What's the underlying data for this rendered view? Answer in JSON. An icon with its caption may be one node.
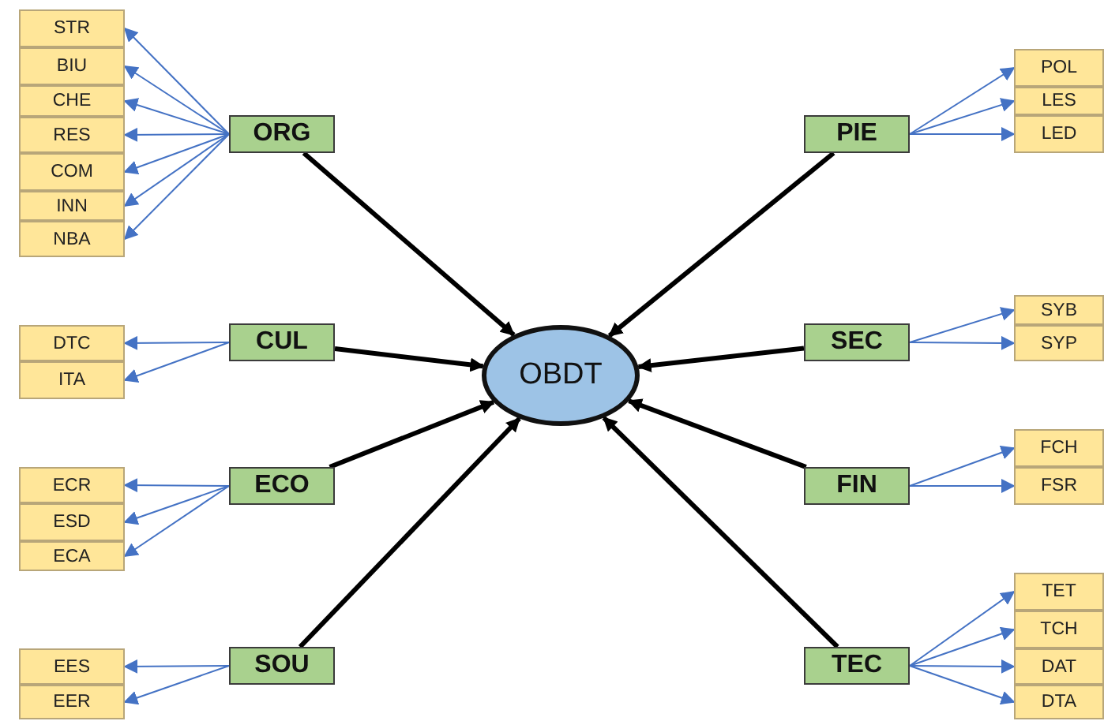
{
  "diagram": {
    "nodes": [
      {
        "text": [
          "ORG"
        ]
      },
      {
        "text": [
          "STR"
        ]
      },
      {
        "text": [
          "BIU"
        ]
      },
      {
        "text": [
          "CHE"
        ]
      },
      {
        "text": [
          "RES"
        ]
      },
      {
        "text": [
          "COM"
        ]
      },
      {
        "text": [
          "INN"
        ]
      },
      {
        "text": [
          "NBA"
        ]
      },
      {
        "text": [
          "CUL"
        ]
      },
      {
        "text": [
          "DTC"
        ]
      },
      {
        "text": [
          "ITA"
        ]
      },
      {
        "text": [
          "ECO"
        ]
      },
      {
        "text": [
          "ECR"
        ]
      },
      {
        "text": [
          "ESD"
        ]
      },
      {
        "text": [
          "ECA"
        ]
      },
      {
        "text": [
          "SOU"
        ]
      },
      {
        "text": [
          "EES"
        ]
      },
      {
        "text": [
          "EER"
        ]
      },
      {
        "text": [
          "OBDT"
        ]
      },
      {
        "text": [
          "PIE"
        ]
      },
      {
        "text": [
          "POL"
        ]
      },
      {
        "text": [
          "LES"
        ]
      },
      {
        "text": [
          "LED"
        ]
      },
      {
        "text": [
          "SEC"
        ]
      },
      {
        "text": [
          "SYB"
        ]
      },
      {
        "text": [
          "SYP"
        ]
      },
      {
        "text": [
          "FIN"
        ]
      },
      {
        "text": [
          "FCH"
        ]
      },
      {
        "text": [
          "FSR"
        ]
      },
      {
        "text": [
          "TEC"
        ]
      },
      {
        "text": [
          "TET"
        ]
      },
      {
        "text": [
          "TCH"
        ]
      },
      {
        "text": [
          "DAT"
        ]
      },
      {
        "text": [
          "DTA"
        ]
      }
    ],
    "edges": [
      {
        "from": 0,
        "to": 1,
        "arrow": "to"
      },
      {
        "from": 0,
        "to": 2,
        "arrow": "to"
      },
      {
        "from": 0,
        "to": 3,
        "arrow": "to"
      },
      {
        "from": 0,
        "to": 4,
        "arrow": "to"
      },
      {
        "from": 0,
        "to": 5,
        "arrow": "to"
      },
      {
        "from": 0,
        "to": 6,
        "arrow": "to"
      },
      {
        "from": 0,
        "to": 7,
        "arrow": "to"
      },
      {
        "from": 8,
        "to": 9,
        "arrow": "to"
      },
      {
        "from": 8,
        "to": 10,
        "arrow": "to"
      },
      {
        "from": 11,
        "to": 12,
        "arrow": "to"
      },
      {
        "from": 11,
        "to": 13,
        "arrow": "to"
      },
      {
        "from": 11,
        "to": 14,
        "arrow": "to"
      },
      {
        "from": 15,
        "to": 16,
        "arrow": "to"
      },
      {
        "from": 15,
        "to": 17,
        "arrow": "to"
      },
      {
        "from": 19,
        "to": 20,
        "arrow": "to"
      },
      {
        "from": 19,
        "to": 21,
        "arrow": "to"
      },
      {
        "from": 19,
        "to": 22,
        "arrow": "to"
      },
      {
        "from": 23,
        "to": 24,
        "arrow": "to"
      },
      {
        "from": 23,
        "to": 25,
        "arrow": "to"
      },
      {
        "from": 26,
        "to": 27,
        "arrow": "to"
      },
      {
        "from": 26,
        "to": 28,
        "arrow": "to"
      },
      {
        "from": 29,
        "to": 30,
        "arrow": "to"
      },
      {
        "from": 29,
        "to": 31,
        "arrow": "to"
      },
      {
        "from": 29,
        "to": 32,
        "arrow": "to"
      },
      {
        "from": 29,
        "to": 33,
        "arrow": "to"
      },
      {
        "from": 0,
        "to": 18,
        "arrow": "to",
        "style": "thick",
        "color": "#000000"
      },
      {
        "from": 8,
        "to": 18,
        "arrow": "to",
        "style": "thick",
        "color": "#000000"
      },
      {
        "from": 11,
        "to": 18,
        "arrow": "to",
        "style": "thick",
        "color": "#000000"
      },
      {
        "from": 15,
        "to": 18,
        "arrow": "to",
        "style": "thick",
        "color": "#000000"
      },
      {
        "from": 19,
        "to": 18,
        "arrow": "to",
        "style": "thick",
        "color": "#000000"
      },
      {
        "from": 23,
        "to": 18,
        "arrow": "to",
        "style": "thick",
        "color": "#000000"
      },
      {
        "from": 26,
        "to": 18,
        "arrow": "to",
        "style": "thick",
        "color": "#000000"
      },
      {
        "from": 29,
        "to": 18,
        "arrow": "to",
        "style": "thick",
        "color": "#000000"
      }
    ]
  }
}
